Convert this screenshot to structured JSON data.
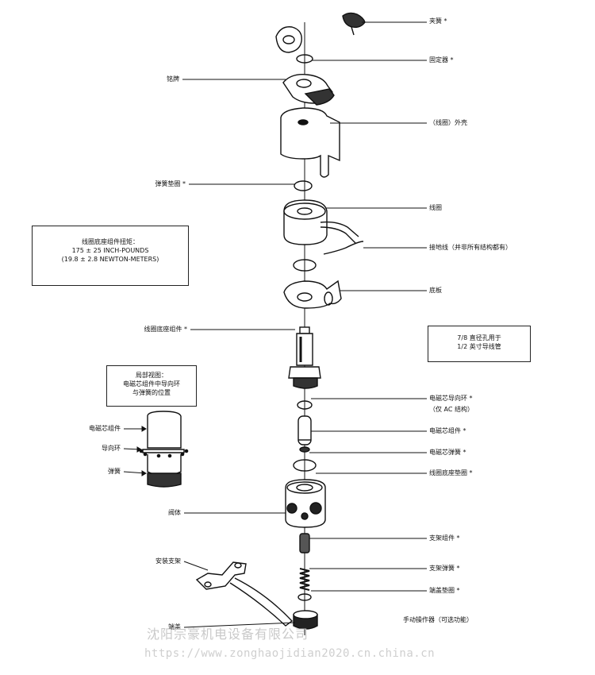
{
  "labels": {
    "right": [
      "夹簧 *",
      "固定器 *",
      "（线圈）外壳",
      "线圈",
      "接地线（并非所有结构都有）",
      "底板",
      "电磁芯导向环 *",
      "（仅 AC 结构）",
      "电磁芯组件 *",
      "电磁芯弹簧 *",
      "线圈底座垫圈 *",
      "支架组件 *",
      "支架弹簧 *",
      "端盖垫圈 *",
      "手动操作器（可选功能）"
    ],
    "left": [
      "铭牌",
      "弹簧垫圈 *",
      "线圈底座组件 *",
      "阀体",
      "安装支架",
      "端盖"
    ],
    "detail_left": [
      "电磁芯组件",
      "导向环",
      "弹簧"
    ]
  },
  "torque_box": {
    "line1": "线圈底座组件扭矩：",
    "line2": "175 ± 25 INCH-POUNDS",
    "line3": "(19.8 ± 2.8 NEWTON-METERS)"
  },
  "hole_box": {
    "line1": "7/8 直径孔用于",
    "line2": "1/2 英寸导线管"
  },
  "detail_box": {
    "line1": "局部视图：",
    "line2": "电磁芯组件中导向环",
    "line3": "与弹簧的位置"
  },
  "watermark": {
    "company": "沈阳宗豪机电设备有限公司",
    "url": "https://www.zonghaojidian2020.cn.china.cn"
  }
}
